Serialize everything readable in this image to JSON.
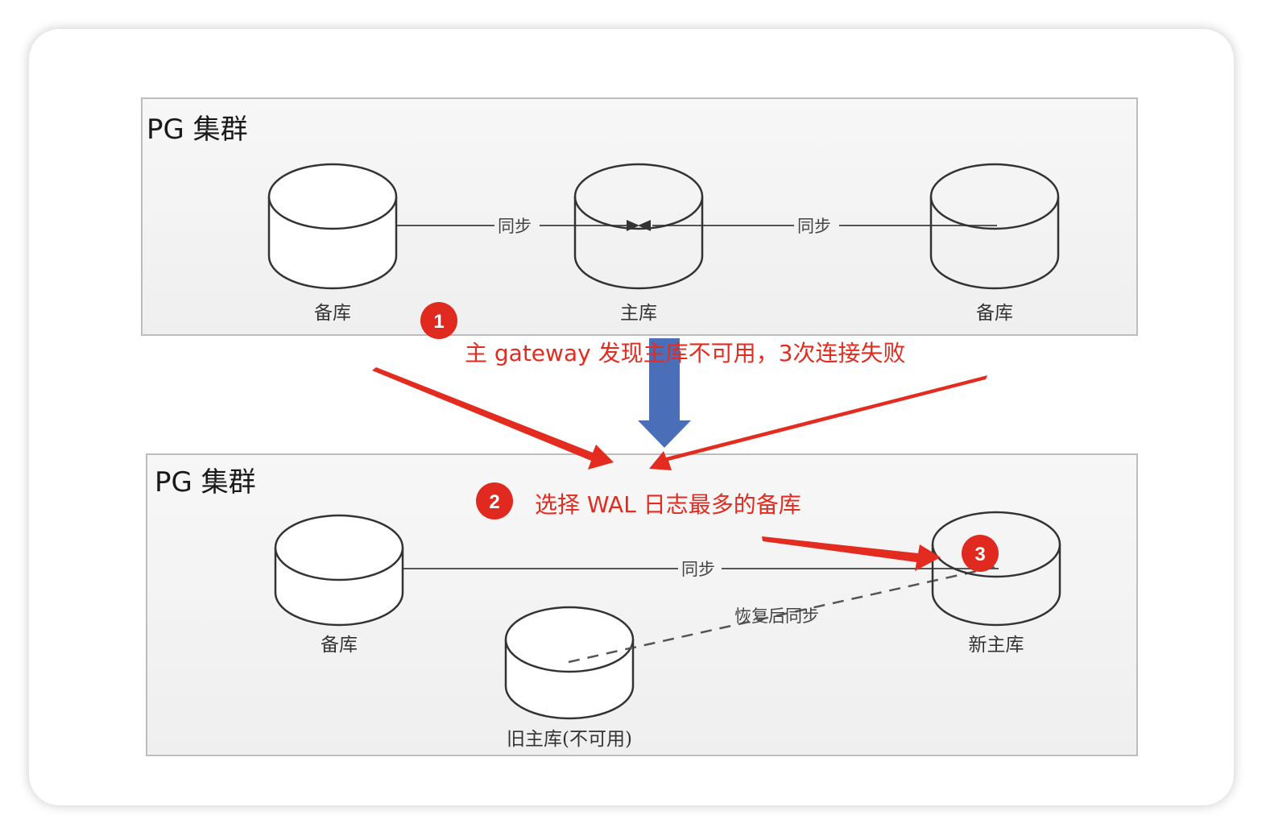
{
  "top_cluster": {
    "title": "PG 集群",
    "left_db": "备库",
    "center_db": "主库",
    "right_db": "备库",
    "sync_left": "同步",
    "sync_right": "同步"
  },
  "bottom_cluster": {
    "title": "PG 集群",
    "left_db": "备库",
    "new_primary": "新主库",
    "old_primary": "旧主库(不可用)",
    "sync": "同步",
    "recover_sync": "恢复后同步"
  },
  "steps": [
    {
      "number": "1",
      "text": "主 gateway 发现主库不可用，3次连接失败"
    },
    {
      "number": "2",
      "text": "选择 WAL 日志最多的备库"
    },
    {
      "number": "3"
    }
  ],
  "colors": {
    "annotation_red": "#e32b20",
    "badge_red": "#e02a1f",
    "flow_arrow_blue": "#4a6fb8",
    "panel_bg": "#f4f4f4"
  }
}
